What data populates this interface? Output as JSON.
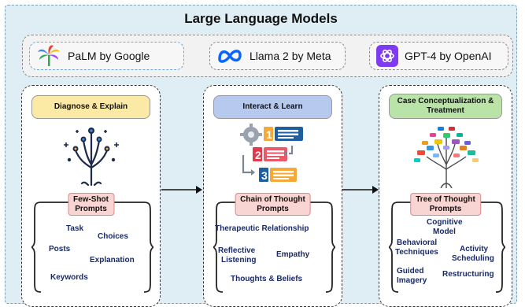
{
  "title": "Large Language Models",
  "models": [
    {
      "label": "PaLM by Google",
      "icon": "palm-flower-icon"
    },
    {
      "label": "Llama 2 by Meta",
      "icon": "meta-infinity-icon"
    },
    {
      "label": "GPT-4 by OpenAI",
      "icon": "openai-knot-icon"
    }
  ],
  "panels": [
    {
      "title": "Diagnose & Explain",
      "title_color": "#fbe9a6",
      "icon": "neural-tree-icon",
      "prompt_line1": "Few-Shot",
      "prompt_line2": "Prompts",
      "terms": [
        "Task",
        "Choices",
        "Posts",
        "Explanation",
        "Keywords"
      ]
    },
    {
      "title": "Interact & Learn",
      "title_color": "#b8c9ef",
      "icon": "numbered-steps-icon",
      "prompt_line1": "Chain of Thought",
      "prompt_line2": "Prompts",
      "terms": [
        "Therapeutic Relationship",
        "Reflective",
        "Listening",
        "Empathy",
        "Thoughts & Beliefs"
      ]
    },
    {
      "title_line1": "Case Conceptualization &",
      "title_line2": "Treatment",
      "title_color": "#b9e3a7",
      "icon": "colorful-thought-tree-icon",
      "prompt_line1": "Tree of Thought",
      "prompt_line2": "Prompts",
      "terms": [
        "Cognitive",
        "Model",
        "Behavioral",
        "Techniques",
        "Activity",
        "Scheduling",
        "Guided",
        "Imagery",
        "Restructuring"
      ]
    }
  ]
}
